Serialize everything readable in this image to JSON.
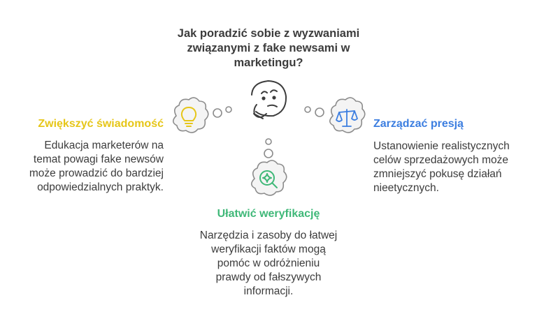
{
  "title_lines": [
    "Jak poradzić sobie z wyzwaniami",
    "związanymi z fake newsami w",
    "marketingu?"
  ],
  "nodes": {
    "awareness": {
      "heading": "Zwiększyć świadomość",
      "desc_lines": [
        "Edukacja marketerów na",
        "temat powagi fake newsów",
        "może prowadzić do bardziej",
        "odpowiedzialnych praktyk."
      ],
      "color": "#e6c619",
      "icon": "lightbulb-icon"
    },
    "pressure": {
      "heading": "Zarządzać presją",
      "desc_lines": [
        "Ustanowienie realistycznych",
        "celów sprzedażowych może",
        "zmniejszyć pokusę działań",
        "nieetycznych."
      ],
      "color": "#3c7ee0",
      "icon": "scales-icon"
    },
    "verification": {
      "heading": "Ułatwić weryfikację",
      "desc_lines": [
        "Narzędzia i zasoby do łatwej",
        "weryfikacji faktów mogą",
        "pomóc w odróżnieniu",
        "prawdy od fałszywych",
        "informacji."
      ],
      "color": "#3fb878",
      "icon": "magnifier-sparkle-icon"
    }
  },
  "center_icon": "thinking-face-icon"
}
